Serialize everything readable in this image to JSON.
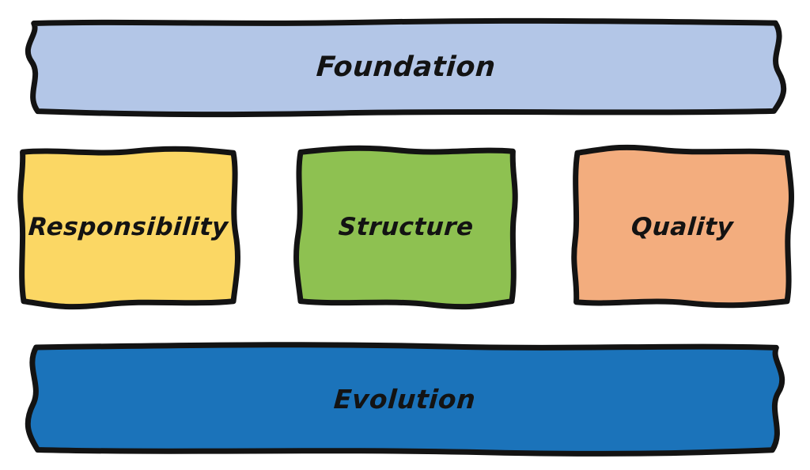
{
  "diagram": {
    "stroke_color": "#131313",
    "text_color": "#131313",
    "background_color": "#ffffff",
    "layers": {
      "foundation": {
        "label": "Foundation",
        "color": "#b3c6e7"
      },
      "responsibility": {
        "label": "Responsibility",
        "color": "#fbd764"
      },
      "structure": {
        "label": "Structure",
        "color": "#8ec151"
      },
      "quality": {
        "label": "Quality",
        "color": "#f3ad7e"
      },
      "evolution": {
        "label": "Evolution",
        "color": "#1b73ba"
      }
    }
  }
}
